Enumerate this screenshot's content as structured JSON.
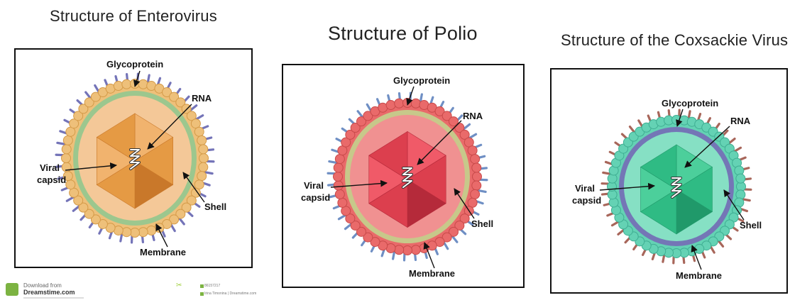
{
  "panels": [
    {
      "title": "Structure of Enterovirus",
      "labels": {
        "glycoprotein": "Glycoprotein",
        "rna": "RNA",
        "viral": "Viral",
        "capsid": "capsid",
        "shell": "Shell",
        "membrane": "Membrane"
      },
      "colors": {
        "spike": "#7474b8",
        "bead": "#eec07a",
        "bead_stroke": "#d49a48",
        "shell": "#9cc78e",
        "inner": "#f4c898",
        "capsid_light": "#f1b36e",
        "capsid_mid": "#e59a44",
        "capsid_dark": "#c9782a"
      }
    },
    {
      "title": "Structure of Polio",
      "labels": {
        "glycoprotein": "Glycoprotein",
        "rna": "RNA",
        "viral": "Viral",
        "capsid": "capsid",
        "shell": "Shell",
        "membrane": "Membrane"
      },
      "colors": {
        "spike": "#6f8fc4",
        "bead": "#e96a6a",
        "bead_stroke": "#c84a4a",
        "shell": "#c7c88a",
        "inner": "#f09191",
        "capsid_light": "#f05a68",
        "capsid_mid": "#dc3f4e",
        "capsid_dark": "#b52a3a"
      }
    },
    {
      "title": "Structure of the Coxsackie Virus",
      "labels": {
        "glycoprotein": "Glycoprotein",
        "rna": "RNA",
        "viral": "Viral",
        "capsid": "capsid",
        "shell": "Shell",
        "membrane": "Membrane"
      },
      "colors": {
        "spike": "#a8665a",
        "bead": "#64d2b4",
        "bead_stroke": "#3fae92",
        "shell": "#7476b6",
        "inner": "#86e0c4",
        "capsid_light": "#4ccf9b",
        "capsid_mid": "#2fbb84",
        "capsid_dark": "#20996a"
      }
    }
  ],
  "footer": {
    "download": "Download from",
    "site": "Dreamstime.com",
    "id_line1": "86157217",
    "id_line2": "Irina Timonina | Dreamstime.com"
  }
}
